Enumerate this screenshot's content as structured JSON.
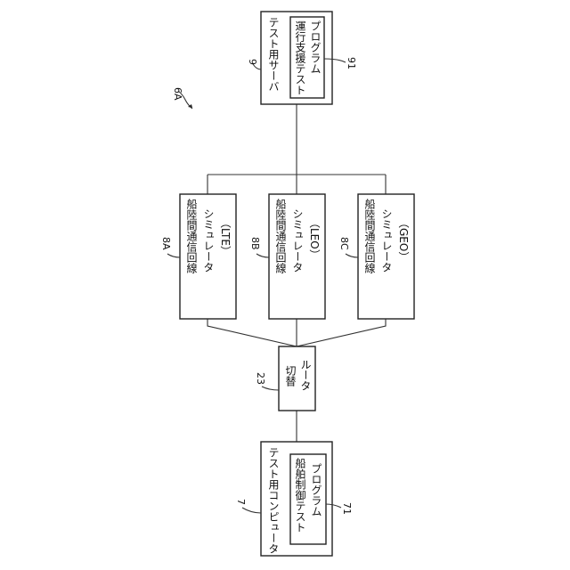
{
  "diagram": {
    "figure_label": "6A",
    "server": {
      "ref": "9",
      "title": "テスト用サーバ",
      "program_ref": "91",
      "program_lines": [
        "運行支援テスト",
        "プログラム"
      ]
    },
    "simulators": [
      {
        "ref": "8A",
        "lines": [
          "船陸間通信回線",
          "シミュレータ",
          "（LTE）"
        ]
      },
      {
        "ref": "8B",
        "lines": [
          "船陸間通信回線",
          "シミュレータ",
          "（LEO）"
        ]
      },
      {
        "ref": "8C",
        "lines": [
          "船陸間通信回線",
          "シミュレータ",
          "（GEO）"
        ]
      }
    ],
    "router": {
      "ref": "23",
      "lines": [
        "切替",
        "ルータ"
      ]
    },
    "computer": {
      "ref": "7",
      "title": "テスト用コンピュータ",
      "program_ref": "71",
      "program_lines": [
        "船舶制御テスト",
        "プログラム"
      ]
    }
  }
}
